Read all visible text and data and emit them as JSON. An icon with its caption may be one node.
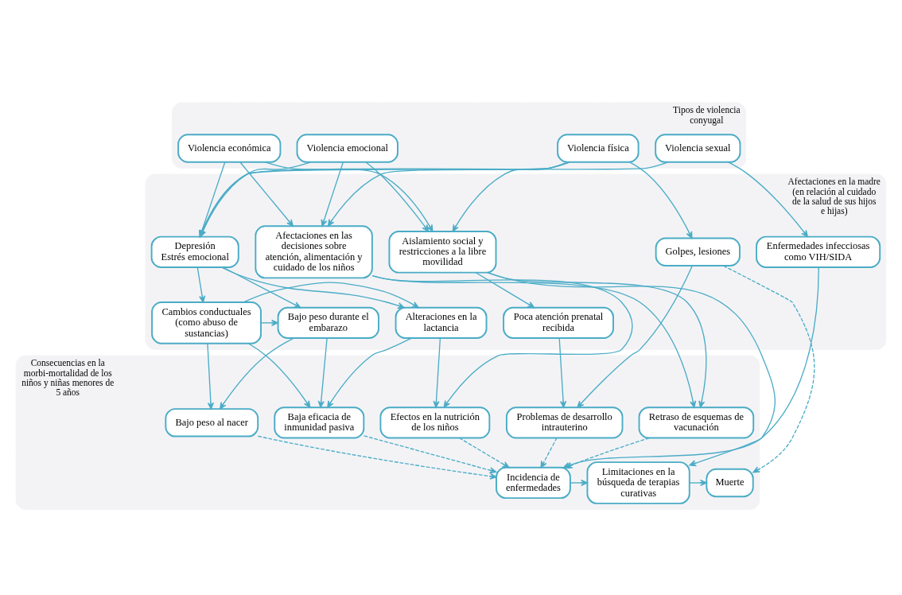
{
  "diagram": {
    "nodes": [
      {
        "text": [
          "Tipos de violencia conyugal"
        ]
      },
      {
        "text": [
          "Violencia física"
        ],
        "in": 0
      },
      {
        "text": [
          "Violencia económica"
        ],
        "in": 0
      },
      {
        "text": [
          "Violencia emocional"
        ],
        "in": 0
      },
      {
        "text": [
          "Violencia sexual"
        ],
        "in": 0
      },
      {
        "text": [
          "Afectaciones en la madre (en relación al cuidado de la salud de sus hijos e hijas)"
        ]
      },
      {
        "text": [
          "Golpes, lesiones"
        ],
        "in": 5
      },
      {
        "text": [
          "Aislamiento social y restricciones a la libre movilidad"
        ],
        "in": 5
      },
      {
        "text": [
          "Afectaciones en las decisiones sobre atención, alimentación y cuidado de los niños"
        ],
        "in": 5
      },
      {
        "text": [
          "Depresión",
          "Estrés emocional"
        ],
        "in": 5
      },
      {
        "text": [
          "Enfermedades infecciosas como VIH/SIDA"
        ],
        "in": 5
      },
      {
        "text": [
          "Poca atención prenatal recibida"
        ],
        "in": 5
      },
      {
        "text": [
          "Alteraciones en la lactancia"
        ],
        "in": 5
      },
      {
        "text": [
          "Cambios conductuales (como abuso de sustancias)"
        ],
        "in": 5
      },
      {
        "text": [
          "Bajo peso durante el embarazo"
        ],
        "in": 5
      },
      {
        "text": [
          "Consecuencias en la morbi-mortalidad de los niños y niñas menores de 5 años"
        ]
      },
      {
        "text": [
          "Problemas de desarrollo intrauterino"
        ],
        "in": 15
      },
      {
        "text": [
          "Retraso de esquemas de vacunación"
        ],
        "in": 15
      },
      {
        "text": [
          "Efectos en la nutrición de los niños"
        ],
        "in": 15
      },
      {
        "text": [
          "Baja eficacia de inmunidad pasiva"
        ],
        "in": 15
      },
      {
        "text": [
          "Bajo peso al nacer"
        ],
        "in": 15
      },
      {
        "text": [
          "Muerte"
        ],
        "in": 15
      },
      {
        "text": [
          "Limitaciones en la búsqueda de terapias curativas"
        ],
        "in": 15
      },
      {
        "text": [
          "Incidencia de enfermedades"
        ],
        "in": 15
      }
    ],
    "edges": [
      {
        "from": 1,
        "to": 6,
        "arrow": "to"
      },
      {
        "from": 1,
        "to": 7,
        "arrow": "to"
      },
      {
        "from": 1,
        "to": 8,
        "arrow": "to"
      },
      {
        "from": 1,
        "to": 9,
        "arrow": "to"
      },
      {
        "from": 2,
        "to": 7,
        "arrow": "to"
      },
      {
        "from": 2,
        "to": 8,
        "arrow": "to"
      },
      {
        "from": 2,
        "to": 9,
        "arrow": "to"
      },
      {
        "from": 3,
        "to": 7,
        "arrow": "to"
      },
      {
        "from": 3,
        "to": 8,
        "arrow": "to"
      },
      {
        "from": 3,
        "to": 9,
        "arrow": "to"
      },
      {
        "from": 4,
        "to": 9,
        "arrow": "to"
      },
      {
        "from": 4,
        "to": 10,
        "arrow": "to"
      },
      {
        "from": 7,
        "to": 11,
        "arrow": "to"
      },
      {
        "from": 9,
        "to": 12,
        "arrow": "to"
      },
      {
        "from": 9,
        "to": 13,
        "arrow": "to"
      },
      {
        "from": 9,
        "to": 14,
        "arrow": "to"
      },
      {
        "from": 13,
        "to": 12,
        "arrow": "to"
      },
      {
        "from": 13,
        "to": 14,
        "arrow": "to"
      },
      {
        "from": 6,
        "to": 16,
        "arrow": "to"
      },
      {
        "from": 6,
        "to": 21,
        "arrow": "to",
        "style": "dashed"
      },
      {
        "from": 11,
        "to": 16,
        "arrow": "to"
      },
      {
        "from": 7,
        "to": 17,
        "arrow": "to"
      },
      {
        "from": 7,
        "to": 22,
        "arrow": "to"
      },
      {
        "from": 8,
        "to": 17,
        "arrow": "to"
      },
      {
        "from": 8,
        "to": 18,
        "arrow": "to"
      },
      {
        "from": 12,
        "to": 18,
        "arrow": "to"
      },
      {
        "from": 12,
        "to": 19,
        "arrow": "to"
      },
      {
        "from": 13,
        "to": 19,
        "arrow": "to"
      },
      {
        "from": 13,
        "to": 20,
        "arrow": "to"
      },
      {
        "from": 14,
        "to": 19,
        "arrow": "to"
      },
      {
        "from": 14,
        "to": 20,
        "arrow": "to"
      },
      {
        "from": 16,
        "to": 23,
        "arrow": "to",
        "style": "dashed"
      },
      {
        "from": 17,
        "to": 23,
        "arrow": "to",
        "style": "dashed"
      },
      {
        "from": 18,
        "to": 23,
        "arrow": "to",
        "style": "dashed"
      },
      {
        "from": 19,
        "to": 23,
        "arrow": "to",
        "style": "dashed"
      },
      {
        "from": 20,
        "to": 23,
        "arrow": "to",
        "style": "dashed"
      },
      {
        "from": 10,
        "to": 23,
        "arrow": "to"
      },
      {
        "from": 23,
        "to": 22,
        "arrow": "to"
      },
      {
        "from": 22,
        "to": 21,
        "arrow": "to"
      }
    ]
  }
}
